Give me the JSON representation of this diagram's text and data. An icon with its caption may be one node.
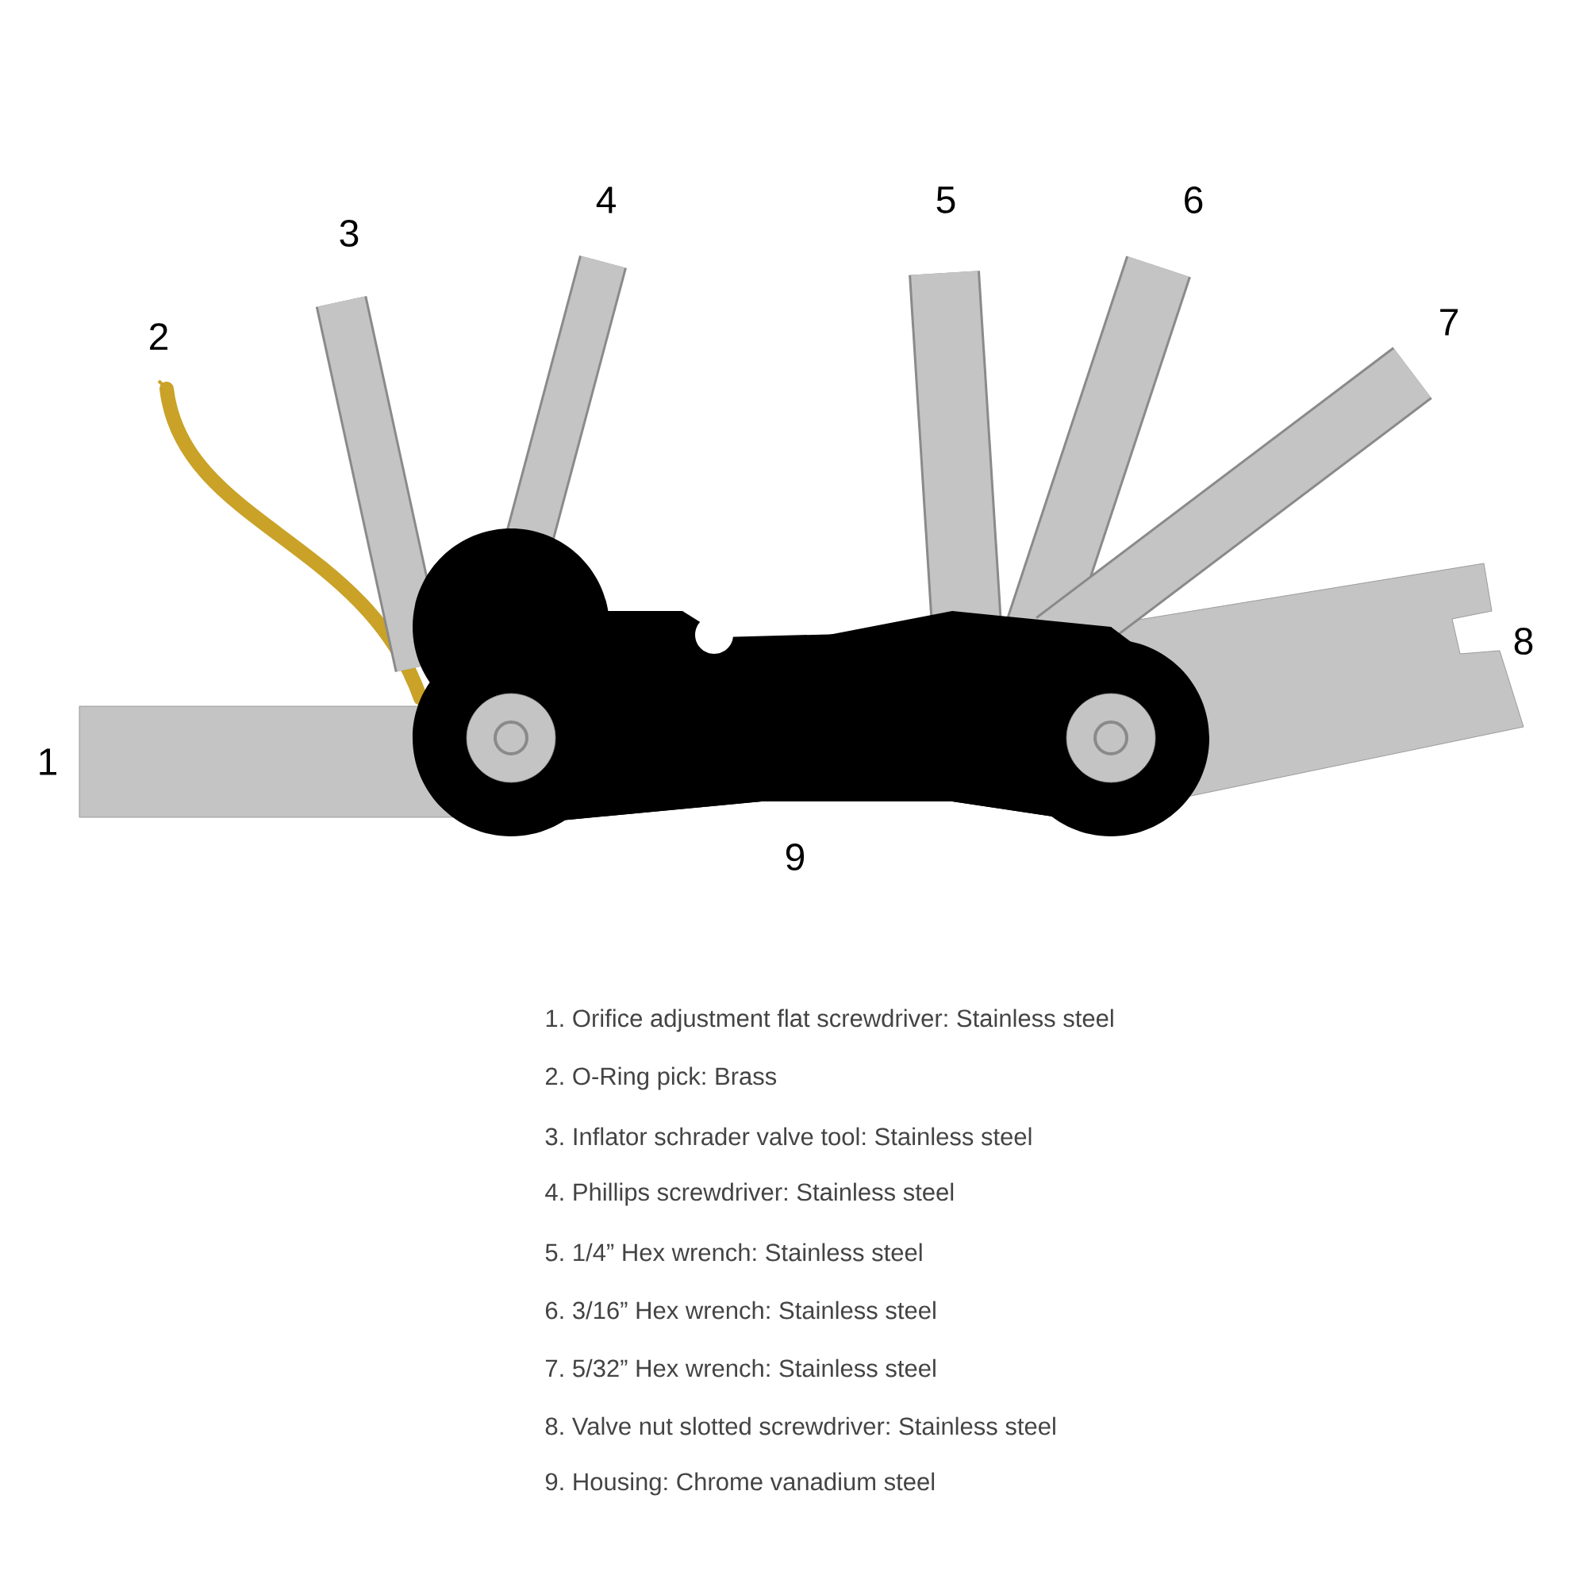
{
  "diagram": {
    "labels": [
      "1",
      "2",
      "3",
      "4",
      "5",
      "6",
      "7",
      "8",
      "9",
      "1. Orifice adjustment flat screwdriver: Stainless steel",
      "2. O-Ring pick: Brass",
      "3. Inflator schrader valve tool: Stainless steel",
      "4. Phillips screwdriver: Stainless steel",
      "5. 1/4” Hex wrench: Stainless steel",
      "6. 3/16” Hex wrench: Stainless steel",
      "7. 5/32” Hex wrench: Stainless steel",
      "8. Valve nut slotted screwdriver: Stainless steel",
      "9. Housing: Chrome vanadium steel"
    ]
  }
}
